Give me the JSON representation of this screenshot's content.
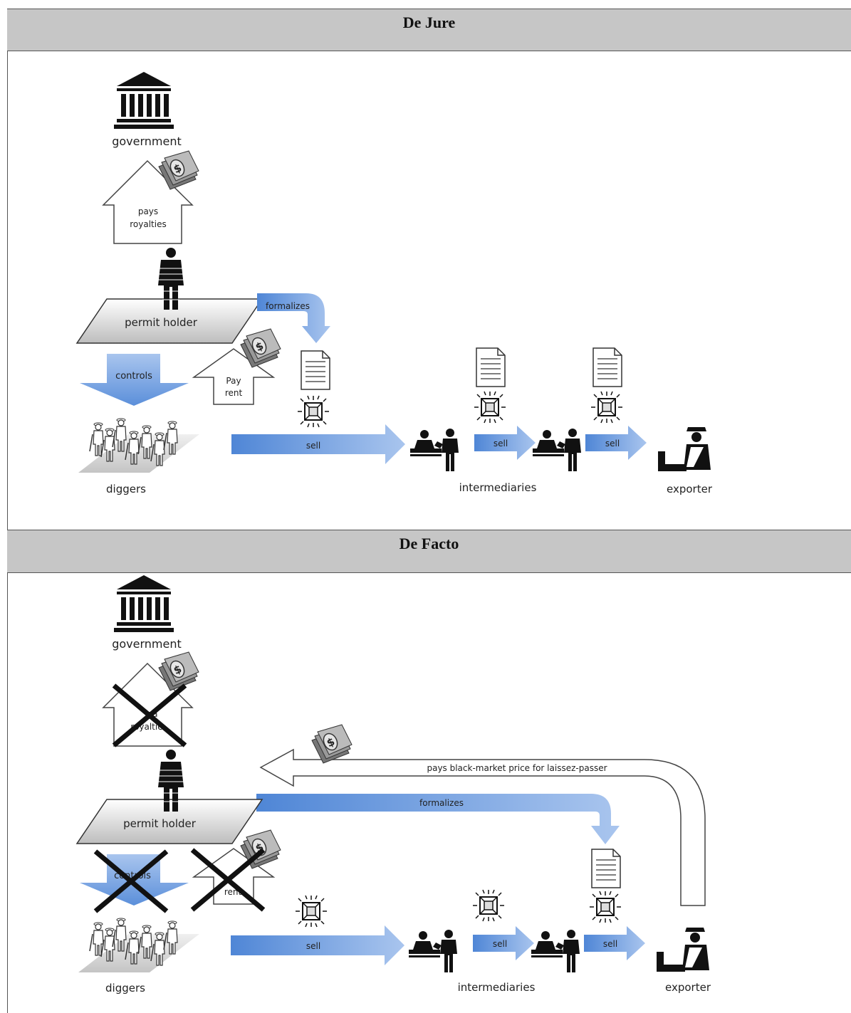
{
  "panels": {
    "de_jure": {
      "title": "De Jure",
      "government": "government",
      "pays_royalties_1": "pays",
      "pays_royalties_2": "royalties",
      "permit_holder": "permit holder",
      "formalizes": "formalizes",
      "controls": "controls",
      "pay_rent_1": "Pay",
      "pay_rent_2": "rent",
      "diggers": "diggers",
      "sell_1": "sell",
      "sell_2": "sell",
      "sell_3": "sell",
      "intermediaries": "intermediaries",
      "exporter": "exporter"
    },
    "de_facto": {
      "title": "De Facto",
      "government": "government",
      "pays_royalties_1": "pa",
      "pays_royalties_2": "royaltie",
      "black_market": "pays black-market price for laissez-passer",
      "formalizes": "formalizes",
      "permit_holder": "permit holder",
      "controls": "controls",
      "pay_rent": "rent",
      "diggers": "diggers",
      "sell_1": "sell",
      "sell_2": "sell",
      "sell_3": "sell",
      "intermediaries": "intermediaries",
      "exporter": "exporter"
    }
  },
  "colors": {
    "band": "#c6c6c6",
    "arrow_blue": "#7fa6dc",
    "cross": "#111111"
  },
  "icons": [
    "government-building-icon",
    "money-bills-icon",
    "person-icon",
    "document-icon",
    "diamond-icon",
    "diggers-icon",
    "intermediary-icon",
    "exporter-icon",
    "cross-icon"
  ]
}
